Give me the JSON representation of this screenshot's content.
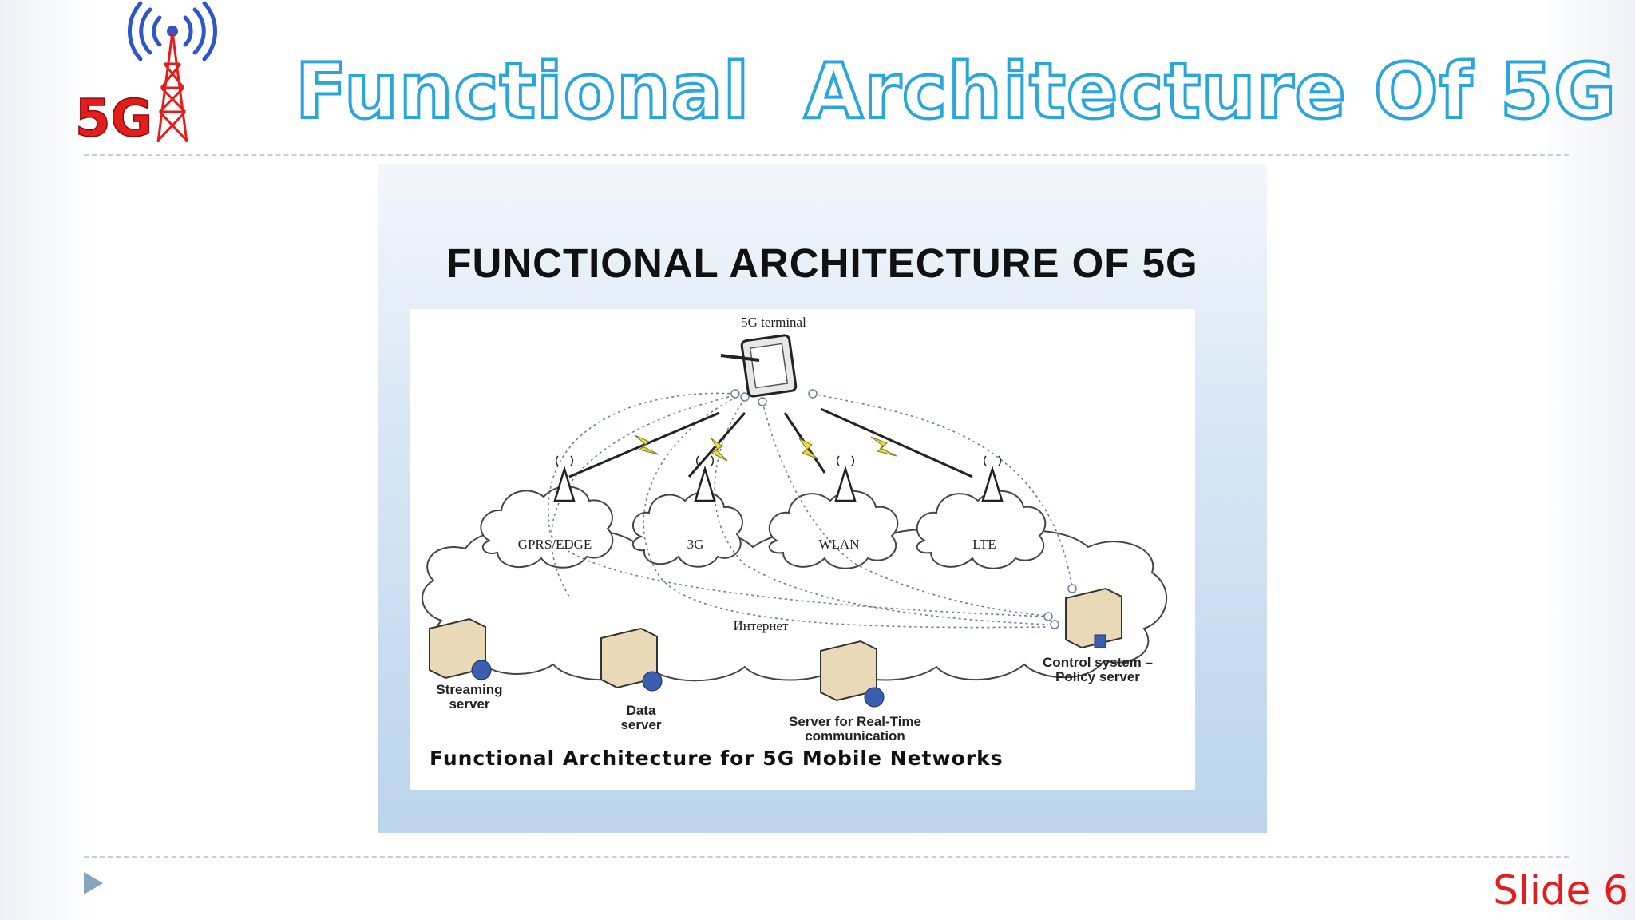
{
  "header": {
    "logo_text": "5G",
    "title": "Functional  Architecture Of 5G"
  },
  "figure": {
    "title": "FUNCTIONAL ARCHITECTURE OF 5G",
    "caption": "Functional Architecture for 5G Mobile Networks",
    "terminal_label": "5G terminal",
    "networks": [
      "GPRS/EDGE",
      "3G",
      "WLAN",
      "LTE"
    ],
    "internet_label": "Интернет",
    "servers": {
      "streaming": [
        "Streaming",
        "server"
      ],
      "data": [
        "Data",
        "server"
      ],
      "realtime": [
        "Server for Real-Time",
        "communication"
      ],
      "control": [
        "Control system –",
        "Policy server"
      ]
    }
  },
  "footer": {
    "slide_number": "Slide 6"
  },
  "colors": {
    "title_stroke": "#2aa6dd",
    "slide_number": "#e51c1c",
    "logo_red": "#e51c1c",
    "signal_blue": "#2d57c8",
    "lightning_yellow": "#e8e03a"
  },
  "icons": [
    "5g-tower-logo-icon",
    "play-triangle-icon",
    "tablet-icon",
    "antenna-icon",
    "lightning-icon",
    "server-icon"
  ]
}
